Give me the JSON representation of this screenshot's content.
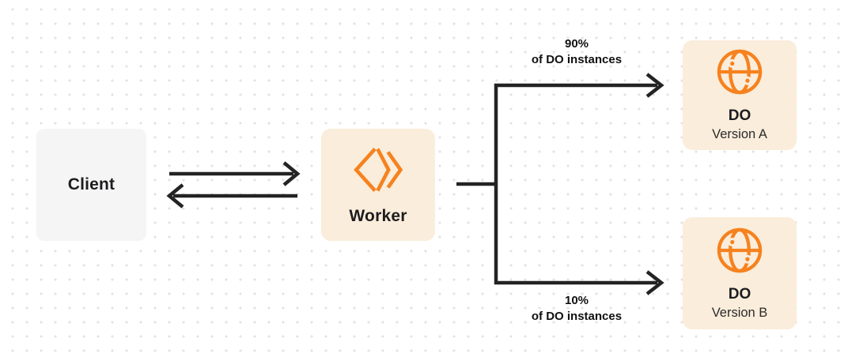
{
  "diagram": {
    "description": "Traffic-splitting diagram: a Client talks to a Worker, which routes 90% of DO instances to DO Version A and 10% to DO Version B",
    "colors": {
      "accent_orange": "#f6821f",
      "box_cream": "#faeddb",
      "box_gray": "#f5f5f6",
      "connector_dark": "#232323",
      "text_dark": "#1d1d1f",
      "text_secondary": "#2b2b2b",
      "dot_grid": "#e5e3e1",
      "background": "#ffffff"
    },
    "nodes": {
      "client": {
        "label": "Client"
      },
      "worker": {
        "label": "Worker",
        "icon": "cloudflare-workers-logo-icon"
      },
      "do_a": {
        "title": "DO",
        "subtitle": "Version A",
        "icon": "globe-icon"
      },
      "do_b": {
        "title": "DO",
        "subtitle": "Version B",
        "icon": "globe-icon"
      }
    },
    "edges": {
      "client_worker": {
        "style": "double-arrow",
        "direction": "bidirectional"
      },
      "top_branch": {
        "percent": "90%",
        "caption": "of DO instances",
        "target": "DO Version A"
      },
      "bottom_branch": {
        "percent": "10%",
        "caption": "of DO instances",
        "target": "DO Version B"
      }
    }
  }
}
